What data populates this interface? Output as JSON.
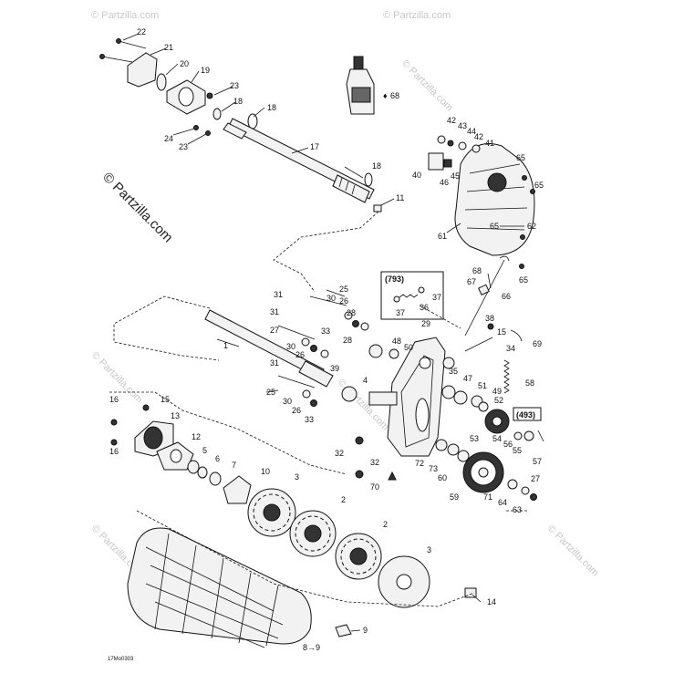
{
  "watermarks": {
    "main": "© Partzilla.com",
    "faint": "© Partzilla.com"
  },
  "drawing_code": "17Mo0303",
  "boxes": {
    "box_793": "(793)",
    "box_493": "(493)"
  },
  "callouts": {
    "c22": "22",
    "c21": "21",
    "c20": "20",
    "c19": "19",
    "c23a": "23",
    "c18a": "18",
    "c18b": "18",
    "c24": "24",
    "c23b": "23",
    "c17": "17",
    "c18c": "18",
    "c11": "11",
    "c68a": "68",
    "c42a": "42",
    "c43": "43",
    "c44": "44",
    "c42b": "42",
    "c41": "41",
    "c65a": "65",
    "c40": "40",
    "c45": "45",
    "c46": "46",
    "c65b": "65",
    "c65c": "65",
    "c62": "62",
    "c61": "61",
    "c65d": "65",
    "c68b": "68",
    "c67": "67",
    "c66": "66",
    "c25a": "25",
    "c31a": "31",
    "c30a": "30",
    "c26a": "26",
    "c28a": "28",
    "c37a": "37",
    "c36": "36",
    "c37b": "37",
    "c29": "29",
    "c38": "38",
    "c15a": "15",
    "c69": "69",
    "c31b": "31",
    "c33a": "33",
    "c1": "1",
    "c27a": "27",
    "c30b": "30",
    "c26b": "26",
    "c28b": "28",
    "c48": "48",
    "c50": "50",
    "c34": "34",
    "c31c": "31",
    "c39": "39",
    "c35": "35",
    "c58": "58",
    "c47": "47",
    "c51": "51",
    "c25b": "25",
    "c4": "4",
    "c30c": "30",
    "c26c": "26",
    "c33b": "33",
    "c49": "49",
    "c52": "52",
    "c16a": "16",
    "c15b": "15",
    "c13": "13",
    "c16b": "16",
    "c12": "12",
    "c5": "5",
    "c6": "6",
    "c7": "7",
    "c10": "10",
    "c32a": "32",
    "c53": "53",
    "c54": "54",
    "c56": "56",
    "c55": "55",
    "c57": "57",
    "c72": "72",
    "c73": "73",
    "c32b": "32",
    "c60": "60",
    "c70": "70",
    "c27b": "27",
    "c59": "59",
    "c71": "71",
    "c64": "64",
    "c63": "63",
    "c3a": "3",
    "c2a": "2",
    "c2b": "2",
    "c3b": "3",
    "c14": "14",
    "c89": "8→9",
    "c9": "9"
  }
}
